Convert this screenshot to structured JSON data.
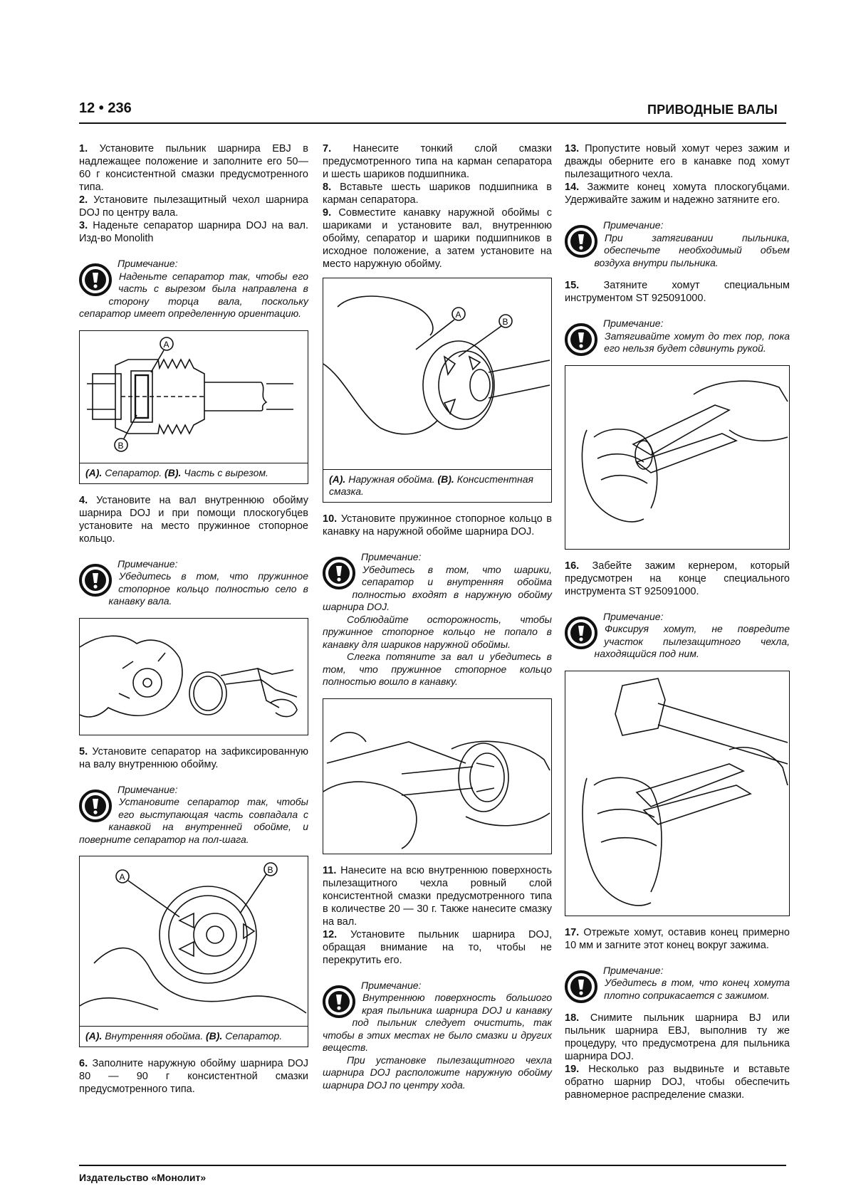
{
  "header": {
    "page_number": "12 • 236",
    "section_title": "ПРИВОДНЫЕ ВАЛЫ"
  },
  "col1": {
    "s1": "Установите пыльник шарнира EBJ в надлежащее положение и заполните его 50—60 г консистентной смазки предусмотренного типа.",
    "s2": "Установите пылезащитный чехол шарнира DOJ по центру вала.",
    "s3": "Наденьте сепаратор шарнира DOJ на вал. Изд-во Monolith",
    "n1_title": "Примечание:",
    "n1_text": "Наденьте сепаратор так, чтобы его часть с вырезом была направлена в сторону торца вала, поскольку сепаратор имеет определенную ориентацию.",
    "fig1_cap_a": "(A).",
    "fig1_cap_a_text": " Сепаратор. ",
    "fig1_cap_b": "(B).",
    "fig1_cap_b_text": " Часть с вырезом.",
    "s4": "Установите на вал внутреннюю обойму шарнира DOJ и при помощи плоскогубцев установите на место пружинное стопорное кольцо.",
    "n2_title": "Примечание:",
    "n2_text": "Убедитесь в том, что пружинное стопорное кольцо полностью село в канавку вала.",
    "s5": "Установите сепаратор на зафиксированную на валу внутреннюю обойму.",
    "n3_title": "Примечание:",
    "n3_text": "Установите сепаратор так, чтобы его выступающая часть совпадала с канавкой на внутренней обойме, и поверните сепаратор на пол-шага.",
    "fig3_cap_a": "(A).",
    "fig3_cap_a_text": " Внутренняя обойма. ",
    "fig3_cap_b": "(B).",
    "fig3_cap_b_text": " Сепаратор.",
    "s6": "Заполните наружную обойму шарнира DOJ 80 — 90 г консистентной смазки предусмотренного типа."
  },
  "col2": {
    "s7": "Нанесите тонкий слой смазки предусмотренного типа на карман сепаратора и шесть шариков подшипника.",
    "s8": "Вставьте шесть шариков подшипника в карман сепаратора.",
    "s9": "Совместите канавку наружной обоймы с шариками и установите вал, внутреннюю обойму, сепаратор и шарики подшипников в исходное положение, а затем установите на место наружную обойму.",
    "fig4_cap_a": "(A).",
    "fig4_cap_a_text": " Наружная обойма. ",
    "fig4_cap_b": "(B).",
    "fig4_cap_b_text": " Консистентная смазка.",
    "s10": "Установите пружинное стопорное кольцо в канавку на наружной обойме шарнира DOJ.",
    "n4_title": "Примечание:",
    "n4_text1": "Убедитесь в том, что шарики, сепаратор и внутренняя обойма полностью входят в наружную обойму шарнира DOJ.",
    "n4_text2": "Соблюдайте осторожность, чтобы пружинное стопорное кольцо не попало в канавку для шариков наружной обоймы.",
    "n4_text3": "Слегка потяните за вал и убедитесь в том, что пружинное стопорное кольцо полностью вошло в канавку.",
    "s11": "Нанесите на всю внутреннюю поверхность пылезащитного чехла ровный слой консистентной смазки предусмотренного типа в количестве 20 — 30 г. Также нанесите смазку на вал.",
    "s12": "Установите пыльник шарнира DOJ, обращая внимание на то, чтобы не перекрутить его.",
    "n5_title": "Примечание:",
    "n5_text1": "Внутреннюю поверхность большого края пыльника шарнира DOJ и канавку под пыльник следует очистить, так чтобы в этих местах не было смазки и других веществ.",
    "n5_text2": "При установке пылезащитного чехла шарнира DOJ расположите наружную обойму шарнира DOJ по центру хода."
  },
  "col3": {
    "s13": "Пропустите новый хомут через зажим и дважды оберните его в канавке под хомут пылезащитного чехла.",
    "s14": "Зажмите конец хомута плоскогубцами. Удерживайте зажим и надежно затяните его.",
    "n6_title": "Примечание:",
    "n6_text": "При затягивании пыльника, обеспечьте необходимый объем воздуха внутри пыльника.",
    "s15": "Затяните хомут специальным инструментом ST 925091000.",
    "n7_title": "Примечание:",
    "n7_text": "Затягивайте хомут до тех пор, пока его нельзя будет сдвинуть рукой.",
    "s16": "Забейте зажим кернером, который предусмотрен на конце специального инструмента ST 925091000.",
    "n8_title": "Примечание:",
    "n8_text": "Фиксируя хомут, не повредите участок пылезащитного чехла, находящийся под ним.",
    "s17": "Отрежьте хомут, оставив конец примерно 10 мм и загните этот конец вокруг зажима.",
    "n9_title": "Примечание:",
    "n9_text": "Убедитесь в том, что конец хомута плотно соприкасается с зажимом.",
    "s18": "Снимите пыльник шарнира BJ или пыльник шарнира EBJ, выполнив ту же процедуру, что предусмотрена для пыльника шарнира DOJ.",
    "s19": "Несколько раз выдвиньте и вставьте обратно шарнир DOJ, чтобы обеспечить равномерное распределение смазки."
  },
  "steps": {
    "n1": "1.",
    "n2": "2.",
    "n3": "3.",
    "n4": "4.",
    "n5": "5.",
    "n6": "6.",
    "n7": "7.",
    "n8": "8.",
    "n9": "9.",
    "n10": "10.",
    "n11": "11.",
    "n12": "12.",
    "n13": "13.",
    "n14": "14.",
    "n15": "15.",
    "n16": "16.",
    "n17": "17.",
    "n18": "18.",
    "n19": "19."
  },
  "callouts": {
    "a": "A",
    "b": "B"
  },
  "footer": {
    "publisher": "Издательство «Монолит»"
  }
}
